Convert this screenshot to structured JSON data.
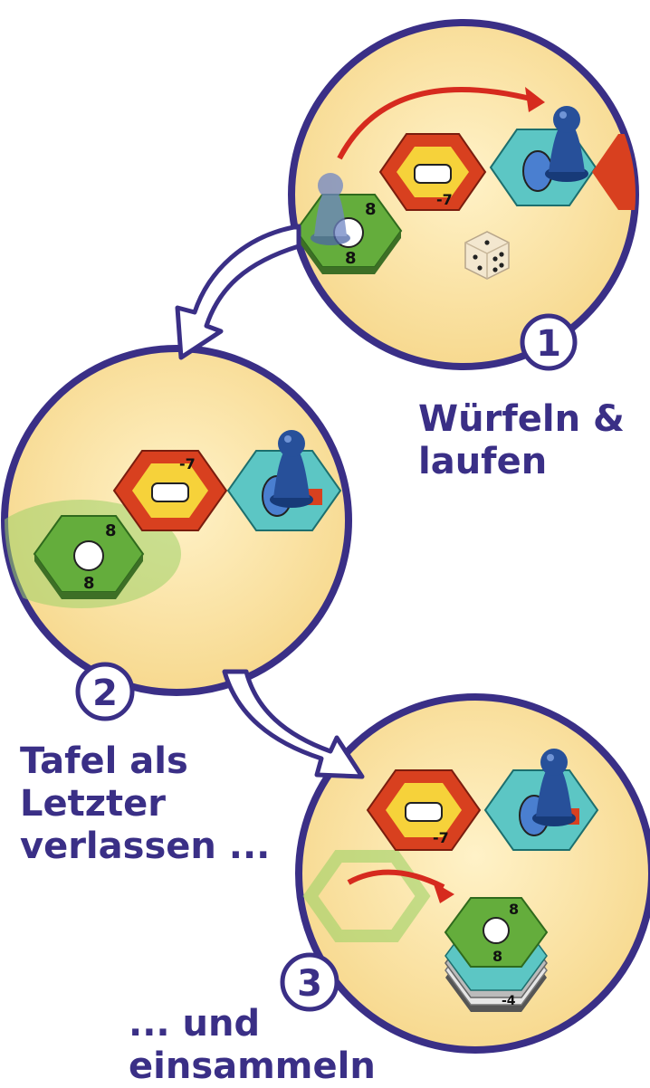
{
  "steps": [
    {
      "number": "1",
      "caption": [
        "Würfeln &",
        "laufen"
      ]
    },
    {
      "number": "2",
      "caption": [
        "Tafel als",
        "Letzter",
        "verlassen ..."
      ]
    },
    {
      "number": "3",
      "caption": [
        "... und",
        "einsammeln"
      ]
    }
  ],
  "tiles": {
    "green_value": "8",
    "red_value": "-7",
    "stack_value": "-4"
  },
  "colors": {
    "ring": "#3a2f86",
    "circle_fill": "#fde9b0",
    "arrow_red": "#d62a1e",
    "tile_green": "#64ad3c",
    "tile_red": "#d8401f",
    "tile_cyan": "#5cc6c4",
    "pawn_blue": "#27509a",
    "label_text": "#3a2f86"
  }
}
